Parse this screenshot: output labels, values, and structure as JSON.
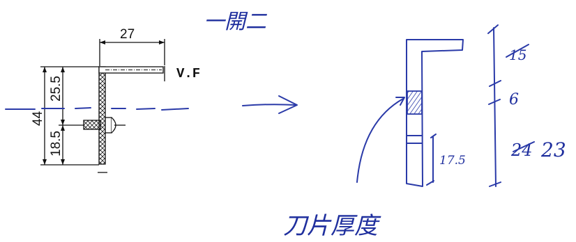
{
  "left_drawing": {
    "dim_top": "27",
    "label_vf": "V.F",
    "dim_total": "44",
    "dim_upper": "25.5",
    "dim_lower": "18.5"
  },
  "right_sketch": {
    "title_note": "一開二",
    "dim_top": "15",
    "dim_middle": "6",
    "dim_lower_struck": "24",
    "dim_lower": "23",
    "dim_inner": "17.5",
    "footnote": "刀片厚度"
  },
  "colors": {
    "print_ink": "#111111",
    "pen_ink": "#2a3aa8"
  }
}
